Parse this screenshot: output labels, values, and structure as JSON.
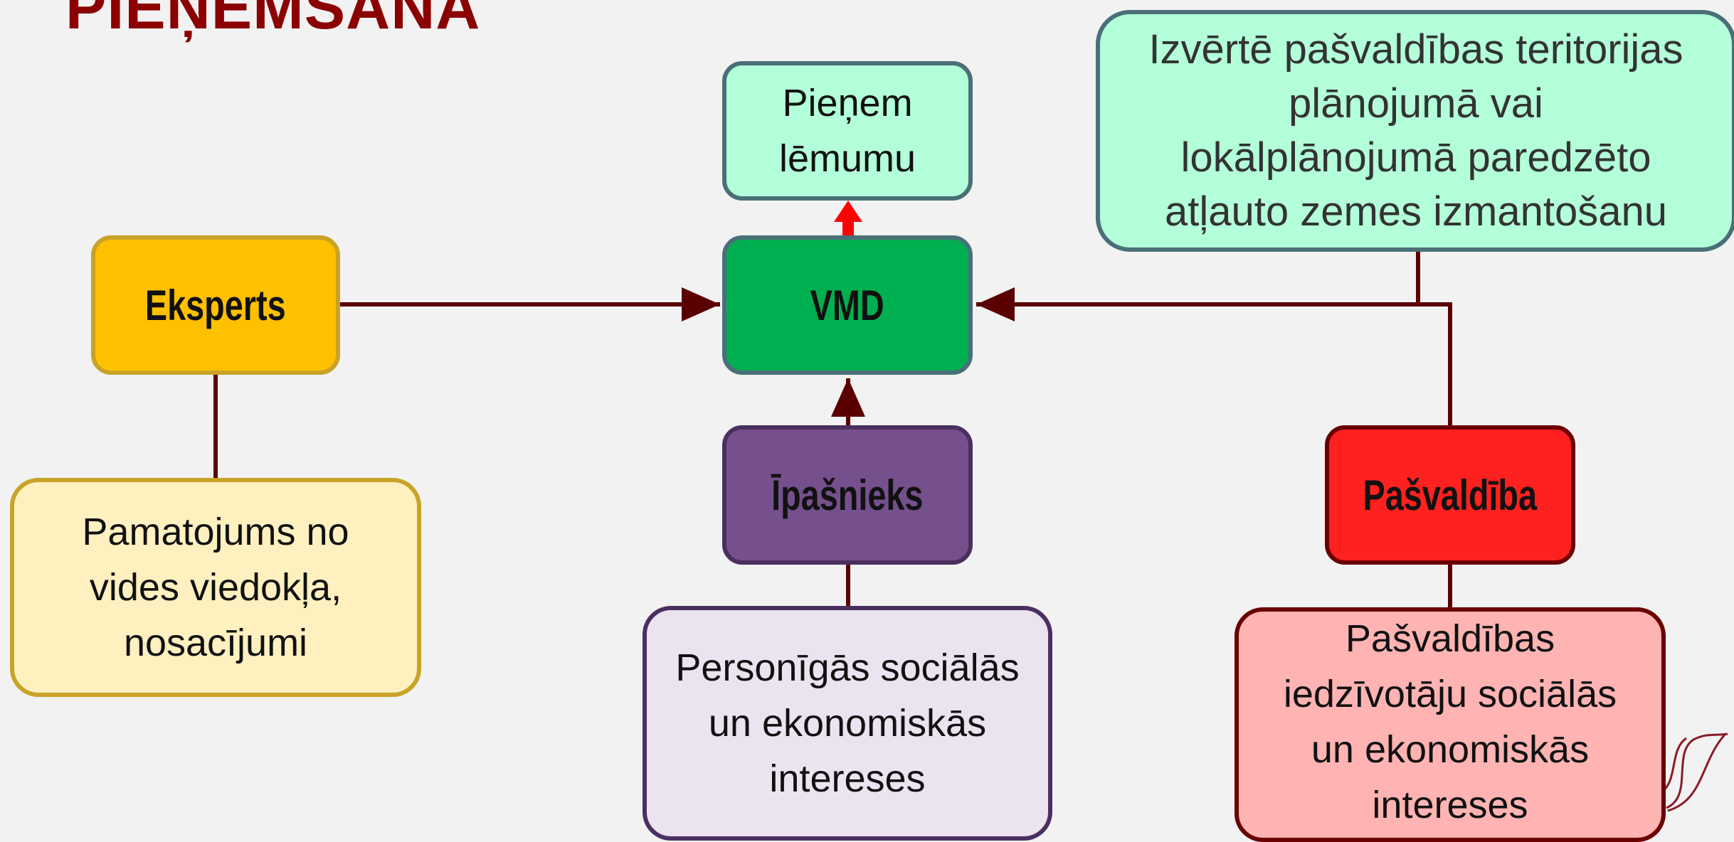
{
  "title": "PIEŅEMŠANA",
  "nodes": {
    "vmd": {
      "label": "VMD",
      "color": "#00b050"
    },
    "eksperts": {
      "label": "Eksperts",
      "color": "#ffc000"
    },
    "ipasnieks": {
      "label": "Īpašnieks",
      "color": "#75508c"
    },
    "pasvaldiba": {
      "label": "Pašvaldība",
      "color": "#ff2020"
    },
    "pienem": {
      "lines": [
        "Pieņem",
        "lēmumu"
      ]
    },
    "izverte": {
      "lines": [
        "Izvērtē pašvaldības teritorijas",
        "plānojumā vai",
        "lokālplānojumā paredzēto",
        "atļauto zemes izmantošanu"
      ]
    },
    "pamatojums": {
      "lines": [
        "Pamatojums no",
        "vides viedokļa,",
        "nosacījumi"
      ]
    },
    "personigas": {
      "lines": [
        "Personīgās sociālās",
        "un ekonomiskās",
        "intereses"
      ]
    },
    "pasvaldibas_int": {
      "lines": [
        "Pašvaldības",
        "iedzīvotāju sociālās",
        "un ekonomiskās",
        "intereses"
      ]
    }
  },
  "colors": {
    "connector": "#5a0000",
    "decision_arrow": "#ff0000"
  }
}
